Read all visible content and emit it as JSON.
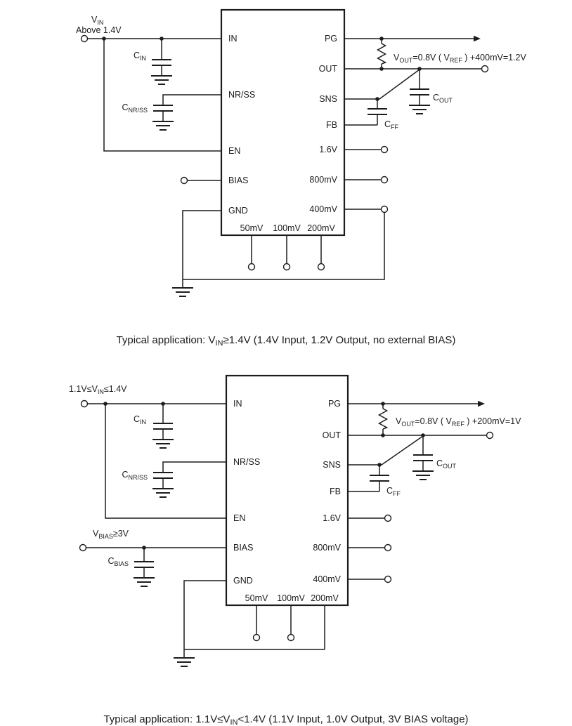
{
  "colors": {
    "line": "#1c1c1c",
    "background": "#ffffff"
  },
  "ic": {
    "left_pins": [
      "IN",
      "NR/SS",
      "EN",
      "BIAS",
      "GND"
    ],
    "right_pins": [
      "PG",
      "OUT",
      "SNS",
      "FB",
      "1.6V",
      "800mV",
      "400mV"
    ],
    "bottom_pins": [
      "50mV",
      "100mV",
      "200mV"
    ]
  },
  "circuit1": {
    "input": {
      "main": "V",
      "sub": "IN",
      "line2": "Above 1.4V"
    },
    "caps": {
      "cin": {
        "main": "C",
        "sub": "IN"
      },
      "cnrss": {
        "main": "C",
        "sub": "NR/SS"
      },
      "cout": {
        "main": "C",
        "sub": "OUT"
      },
      "cff": {
        "main": "C",
        "sub": "FF"
      }
    },
    "output_note": {
      "p1": "V",
      "s1": "OUT",
      "p2": "=0.8V ( V",
      "s2": "REF",
      "p3": " ) +400mV=1.2V"
    },
    "caption": {
      "pre": "Typical application: V",
      "sub": "IN",
      "post": "≥1.4V (1.4V Input, 1.2V Output, no external BIAS)"
    }
  },
  "circuit2": {
    "input": {
      "p1": "1.1V≤V",
      "s1": "IN",
      "p2": "≤1.4V"
    },
    "bias": {
      "p1": "V",
      "s1": "BIAS",
      "p2": "≥3V"
    },
    "caps": {
      "cin": {
        "main": "C",
        "sub": "IN"
      },
      "cnrss": {
        "main": "C",
        "sub": "NR/SS"
      },
      "cbias": {
        "main": "C",
        "sub": "BIAS"
      },
      "cout": {
        "main": "C",
        "sub": "OUT"
      },
      "cff": {
        "main": "C",
        "sub": "FF"
      }
    },
    "output_note": {
      "p1": "V",
      "s1": "OUT",
      "p2": "=0.8V ( V",
      "s2": "REF",
      "p3": " ) +200mV=1V"
    },
    "caption": {
      "pre": "Typical application: 1.1V≤V",
      "sub": "IN",
      "post": "<1.4V (1.1V Input, 1.0V Output, 3V BIAS voltage)"
    }
  }
}
